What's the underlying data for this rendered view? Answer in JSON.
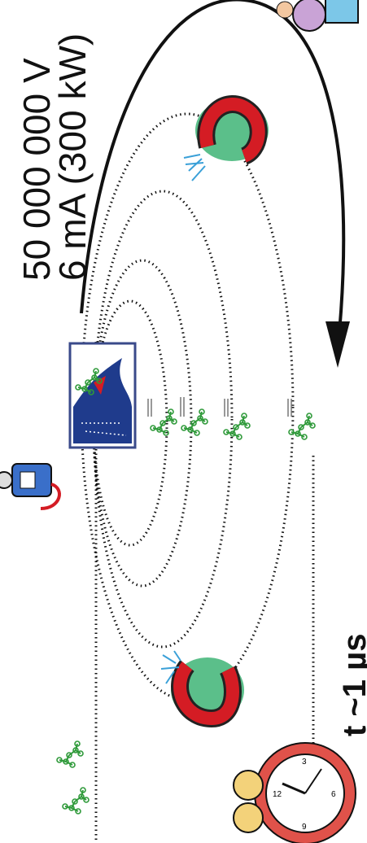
{
  "labels": {
    "voltage": "50 000 000 V",
    "current": "6 mA (300  kW)",
    "time": "t ~1 µs"
  },
  "colors": {
    "magnet_red": "#d41c24",
    "magnet_dark": "#222222",
    "magnet_pad": "#5bbf8a",
    "spark": "#3aa0d8",
    "molecule": "#2f9a3a",
    "clock_body": "#e0524a",
    "clock_face": "#ffffff",
    "box_frame": "#3a4a8a",
    "wave": "#1f3b8c",
    "pump": "#3a6fc9"
  },
  "icons": [
    "magnet-icon",
    "spark-icon",
    "molecule-icon",
    "alarm-clock-icon",
    "gas-pump-icon",
    "person-icon",
    "wave-box-icon"
  ]
}
